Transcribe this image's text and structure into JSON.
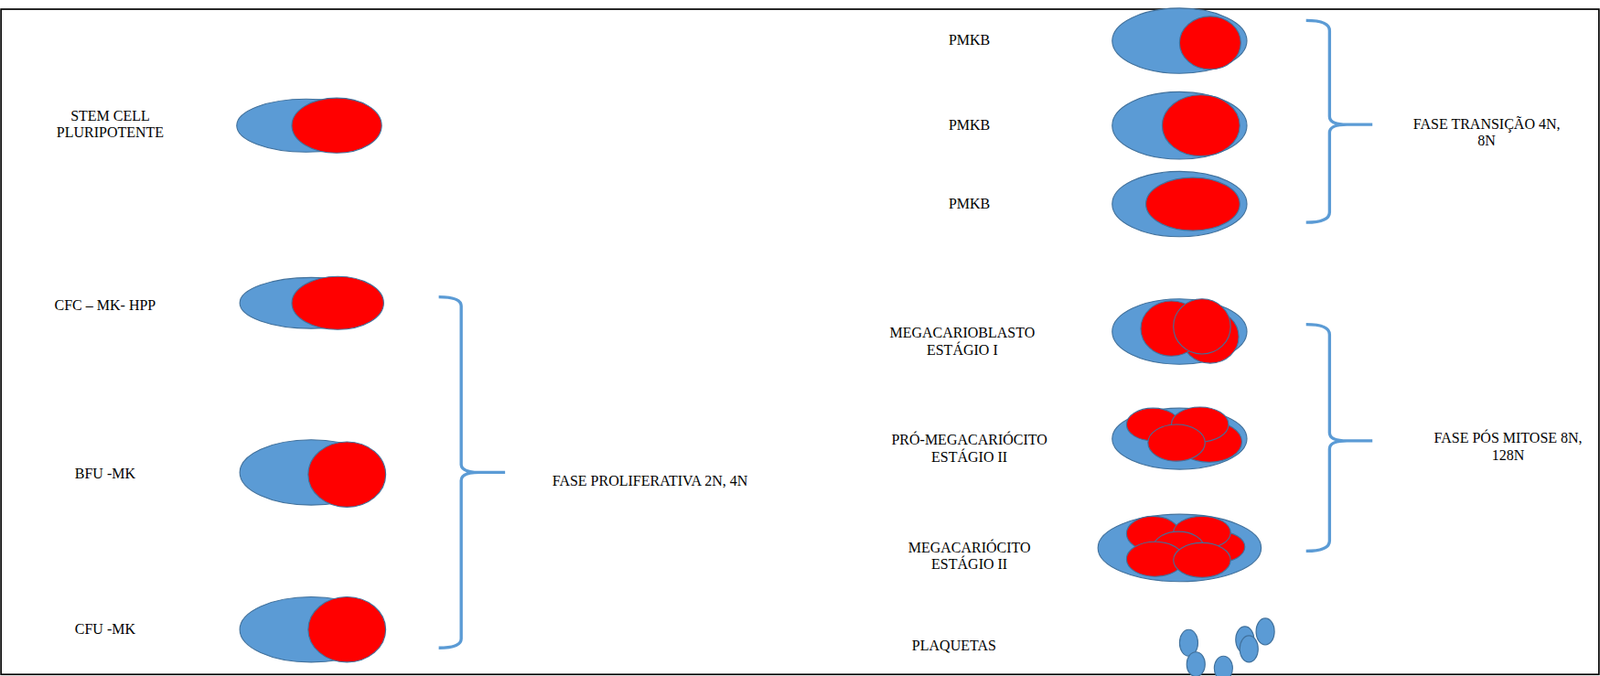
{
  "diagram": {
    "labels": [
      "STEM CELL PLURIPOTENTE",
      "CFC – MK- HPP",
      "BFU -MK",
      "CFU -MK",
      "FASE PROLIFERATIVA 2N, 4N",
      "PMKB",
      "PMKB",
      "PMKB",
      "FASE TRANSIÇÃO 4N, 8N",
      "MEGACARIOBLASTO ESTÁGIO I",
      "PRÓ-MEGACARIÓCITO ESTÁGIO II",
      "MEGACARIÓCITO ESTÁGIO II",
      "FASE  PÓS MITOSE 8N, 128N",
      "PLAQUETAS"
    ]
  }
}
